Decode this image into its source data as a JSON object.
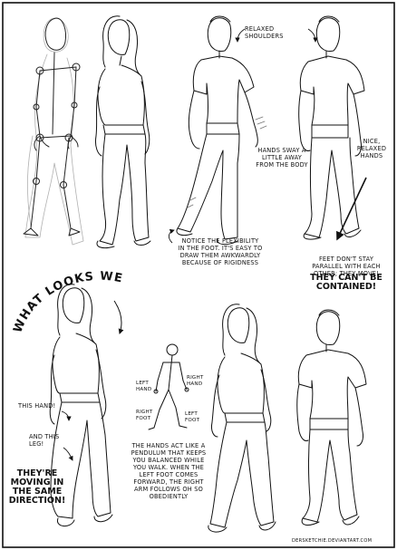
{
  "annotations": {
    "relaxed_shoulders": "Relaxed shoulders",
    "nice_relaxed_hands": "Nice, relaxed hands",
    "hands_sway": "Hands sway a little away from the body",
    "foot_flexibility": "Notice the flexibility in the foot. It's easy to draw them awkwardly because of rigidness",
    "feet_dont_stay": "Feet don't stay parallel with each other; they move!",
    "cant_be_contained": "They can't be contained!",
    "what_looks_weird": "What looks weird?",
    "this_hand": "This hand!",
    "and_this_leg": "And this leg!",
    "same_direction": "They're moving in the same direction!",
    "left_hand": "Left hand",
    "right_hand": "Right hand",
    "right_foot": "Right foot",
    "left_foot": "Left foot",
    "pendulum": "The hands act like a pendulum that keeps you balanced while you walk. When the left foot comes forward, the right arm follows oh so obediently",
    "signature": "Dersketchie.Deviantart.com"
  },
  "colors": {
    "ink": "#111111",
    "sketch": "#9a9a9a",
    "paper": "#ffffff"
  }
}
